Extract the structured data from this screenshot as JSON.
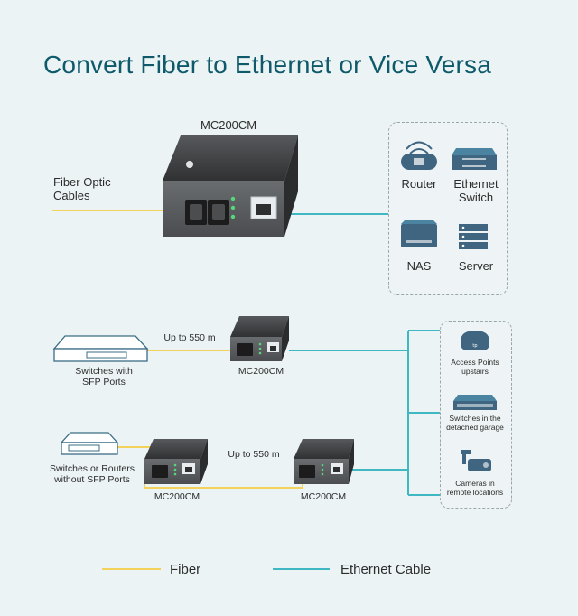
{
  "title": "Convert Fiber to Ethernet or Vice Versa",
  "top": {
    "device_label": "MC200CM",
    "fiber_label": "Fiber Optic\nCables",
    "panel": {
      "items": [
        {
          "label": "Router",
          "icon": "router-icon"
        },
        {
          "label": "Ethernet\nSwitch",
          "icon": "ethernet-switch-icon"
        },
        {
          "label": "NAS",
          "icon": "nas-icon"
        },
        {
          "label": "Server",
          "icon": "server-icon"
        }
      ]
    }
  },
  "middle": {
    "source_label": "Switches with\nSFP Ports",
    "distance_label": "Up to 550 m",
    "device_label": "MC200CM"
  },
  "bottom": {
    "source_label": "Switches or Routers\nwithout SFP Ports",
    "distance_label": "Up to 550 m",
    "device_left_label": "MC200CM",
    "device_right_label": "MC200CM"
  },
  "right_panel": {
    "items": [
      {
        "label": "Access Points\nupstairs",
        "icon": "access-point-icon"
      },
      {
        "label": "Switches in the\ndetached garage",
        "icon": "switch-icon"
      },
      {
        "label": "Cameras in\nremote locations",
        "icon": "camera-icon"
      }
    ]
  },
  "legend": {
    "fiber_label": "Fiber",
    "ethernet_label": "Ethernet Cable",
    "fiber_color": "#f2d25a",
    "ethernet_color": "#3fb8c4"
  },
  "colors": {
    "title": "#0e5a6a",
    "device": "#3b3d3f",
    "panel_icon": "#1f4b6b"
  }
}
